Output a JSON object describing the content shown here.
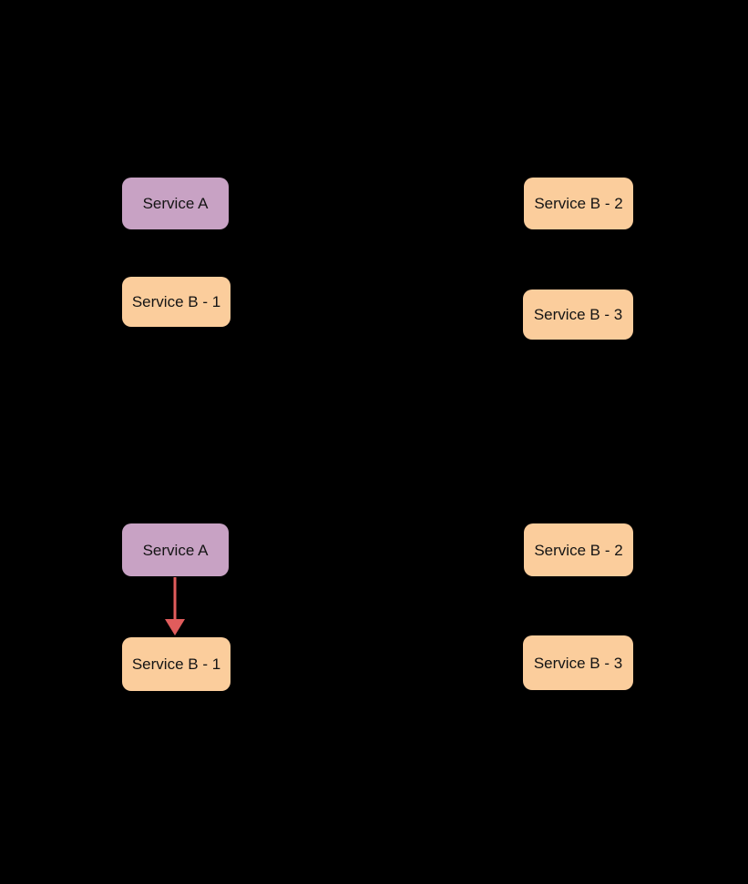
{
  "diagram": {
    "background": "#000000",
    "colors": {
      "background": "#000000",
      "service_a_fill": "#C8A2C4",
      "service_b_fill": "#FBCD9C",
      "arrow": "#E05C5C",
      "label_text": "#141414"
    },
    "top_panel": {
      "service_a": {
        "label": "Service A"
      },
      "service_b1": {
        "label": "Service B - 1"
      },
      "service_b2": {
        "label": "Service B - 2"
      },
      "service_b3": {
        "label": "Service B - 3"
      }
    },
    "bottom_panel": {
      "service_a": {
        "label": "Service A"
      },
      "service_b1": {
        "label": "Service B - 1"
      },
      "service_b2": {
        "label": "Service B - 2"
      },
      "service_b3": {
        "label": "Service B - 3"
      },
      "edge": {
        "from": "Service A",
        "to": "Service B - 1",
        "color": "#E05C5C",
        "direction": "down"
      }
    }
  }
}
